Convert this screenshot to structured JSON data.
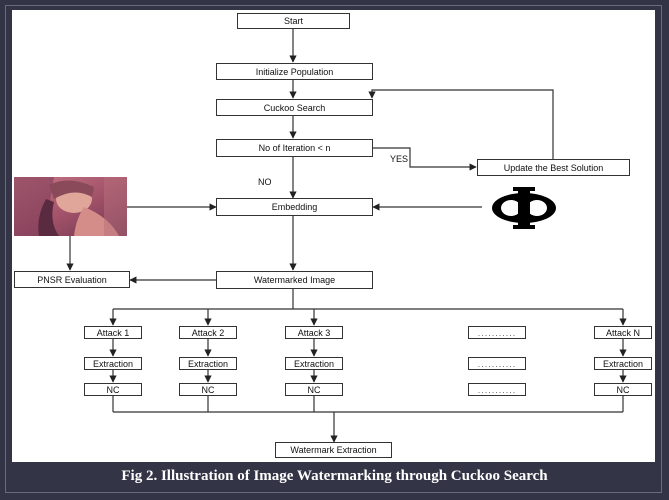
{
  "nodes": {
    "start": "Start",
    "init": "Initialize Population",
    "cuckoo": "Cuckoo Search",
    "iter": "No of Iteration < n",
    "update": "Update the Best Solution",
    "embed": "Embedding",
    "watermarked": "Watermarked Image",
    "pnsr": "PNSR Evaluation",
    "final": "Watermark Extraction"
  },
  "labels": {
    "yes": "YES",
    "no": "NO"
  },
  "columns": [
    {
      "attack": "Attack 1",
      "extraction": "Extraction",
      "nc": "NC"
    },
    {
      "attack": "Attack 2",
      "extraction": "Extraction",
      "nc": "NC"
    },
    {
      "attack": "Attack 3",
      "extraction": "Extraction",
      "nc": "NC"
    },
    {
      "attack": "...........",
      "extraction": "...........",
      "nc": "..........."
    },
    {
      "attack": "Attack N",
      "extraction": "Extraction",
      "nc": "NC"
    }
  ],
  "caption": "Fig 2. Illustration of Image Watermarking through Cuckoo Search",
  "colors": {
    "background": "#343447",
    "canvas": "#ffffff",
    "line": "#333333"
  }
}
